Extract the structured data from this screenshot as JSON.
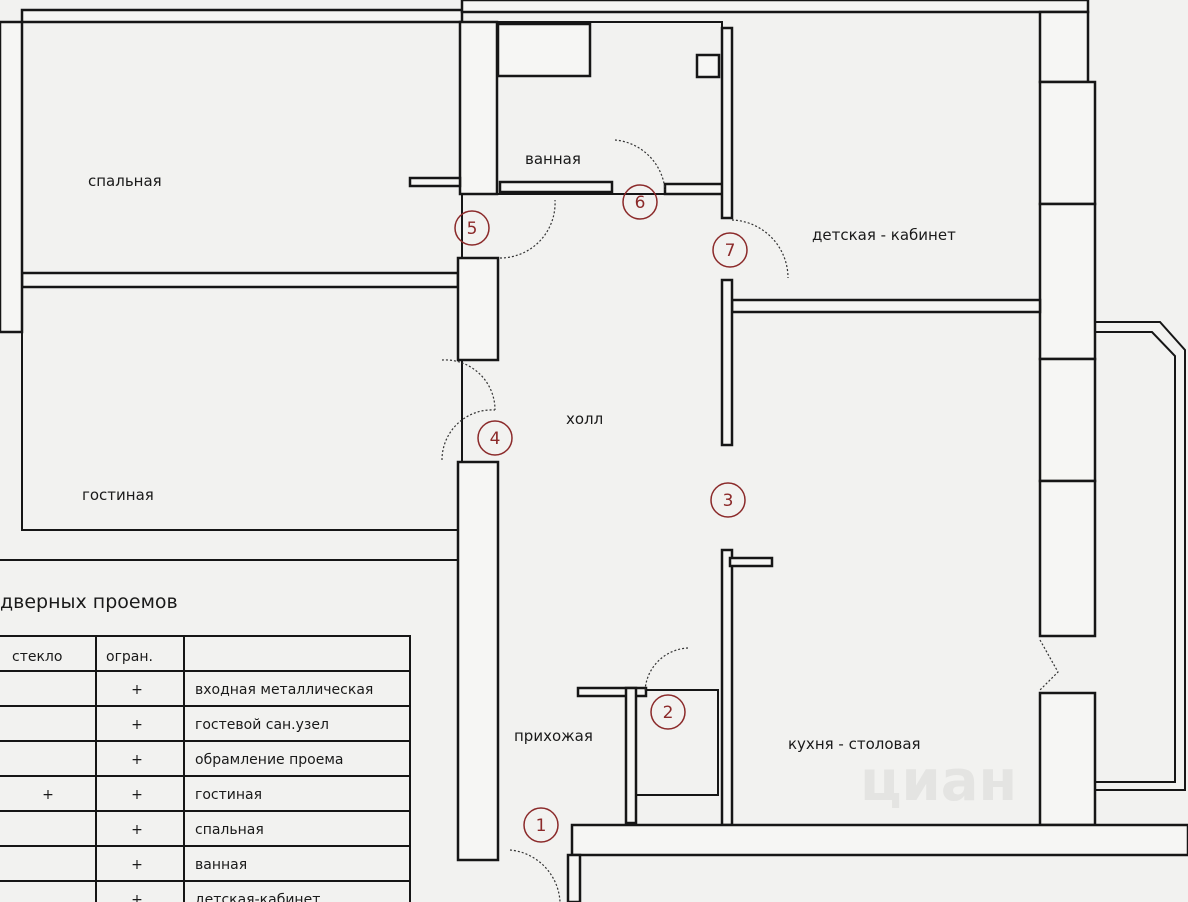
{
  "rooms": {
    "bedroom": "спальная",
    "living": "гостиная",
    "bath": "ванная",
    "nursery": "детская - кабинет",
    "hall": "холл",
    "entry": "прихожая",
    "kitchen": "кухня -  столовая"
  },
  "markers": [
    "1",
    "2",
    "3",
    "4",
    "5",
    "6",
    "7"
  ],
  "table": {
    "title": "дверных проемов",
    "headers": [
      "стекло",
      "огран.",
      ""
    ],
    "rows": [
      {
        "glass": "",
        "frame": "+",
        "name": "входная металлическая"
      },
      {
        "glass": "",
        "frame": "+",
        "name": "гостевой сан.узел"
      },
      {
        "glass": "",
        "frame": "+",
        "name": "обрамление проема"
      },
      {
        "glass": "+",
        "frame": "+",
        "name": "гостиная"
      },
      {
        "glass": "",
        "frame": "+",
        "name": "спальная"
      },
      {
        "glass": "",
        "frame": "+",
        "name": "ванная"
      },
      {
        "glass": "",
        "frame": "+",
        "name": "детская-кабинет"
      }
    ]
  },
  "watermark": "циан",
  "colors": {
    "marker": "#8b2a2a",
    "line": "#161616",
    "paper": "#f2f2f0"
  }
}
